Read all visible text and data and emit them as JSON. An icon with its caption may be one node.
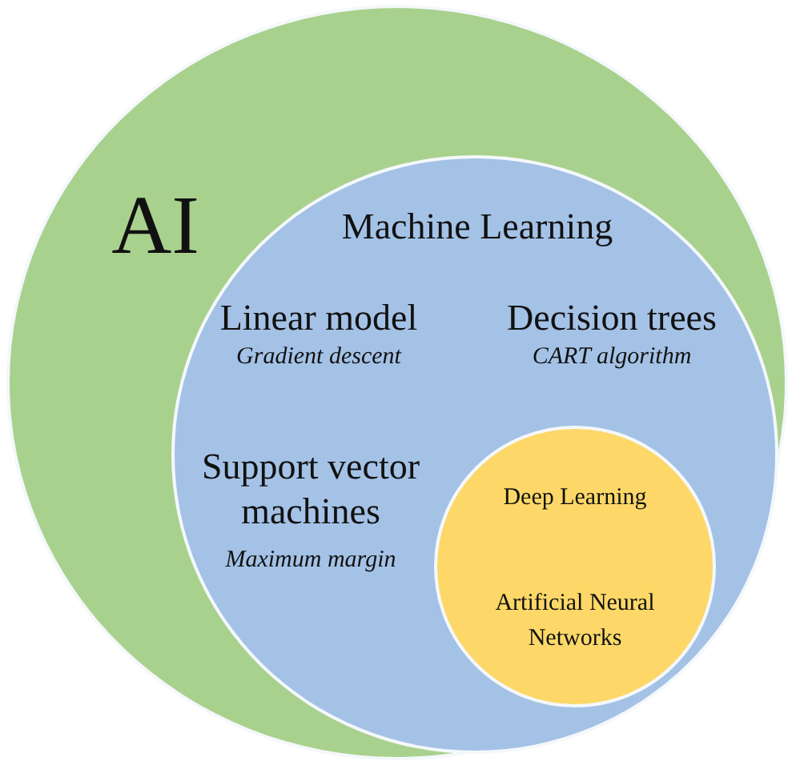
{
  "diagram": {
    "nodes": [
      {
        "text": [
          "AI"
        ]
      },
      {
        "text": [
          "Machine Learning",
          "Linear model",
          "Gradient descent",
          "Decision trees",
          "CART algorithm",
          "Support vector machines",
          "Maximum margin"
        ],
        "in": 0
      },
      {
        "text": [
          "Deep Learning",
          "Artificial Neural Networks"
        ],
        "in": 1
      }
    ],
    "edges": []
  }
}
